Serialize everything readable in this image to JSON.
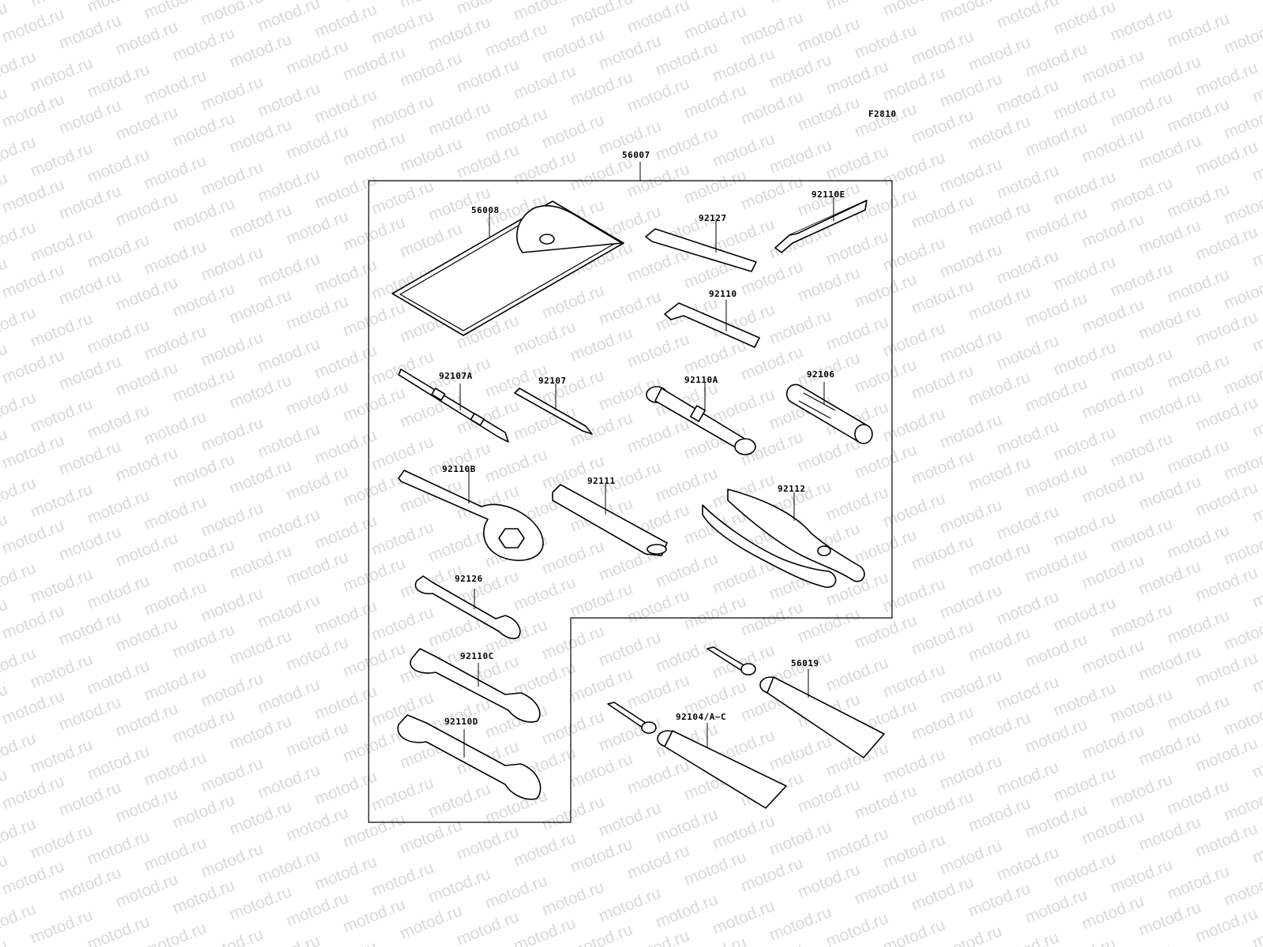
{
  "figure_code": "F2810",
  "watermark_text": "motod.ru",
  "colors": {
    "line": "#000000",
    "background": "#ffffff",
    "watermark": "#d9d9d9"
  },
  "parts": {
    "p56007": "56007",
    "p56008": "56008",
    "p92127": "92127",
    "p92110E": "92110E",
    "p92110": "92110",
    "p92107A": "92107A",
    "p92107": "92107",
    "p92110A": "92110A",
    "p92106": "92106",
    "p92110B": "92110B",
    "p92111": "92111",
    "p92112": "92112",
    "p92126": "92126",
    "p92110C": "92110C",
    "p92110D": "92110D",
    "p56019": "56019",
    "p92104": "92104/A~C"
  }
}
